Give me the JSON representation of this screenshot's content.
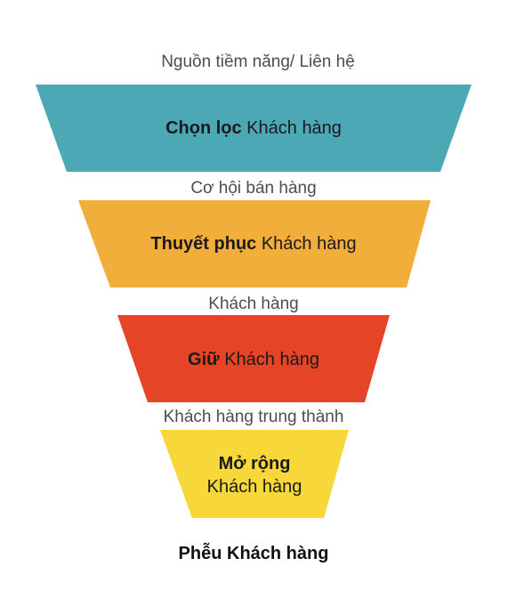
{
  "top_label": "Nguồn tiềm năng/ Liên hệ",
  "stages": [
    {
      "bold": "Chọn lọc",
      "rest": "Khách hàng",
      "color": "#4da8b5"
    },
    {
      "bold": "Thuyết phục",
      "rest": "Khách hàng",
      "color": "#f2ae3a"
    },
    {
      "bold": "Giữ",
      "rest": "Khách hàng",
      "color": "#e54427"
    },
    {
      "bold": "Mở rộng",
      "rest": "Khách hàng",
      "color": "#f7d739"
    }
  ],
  "between_labels": [
    "Cơ hội bán hàng",
    "Khách hàng",
    "Khách hàng trung thành"
  ],
  "footer": "Phễu Khách hàng"
}
